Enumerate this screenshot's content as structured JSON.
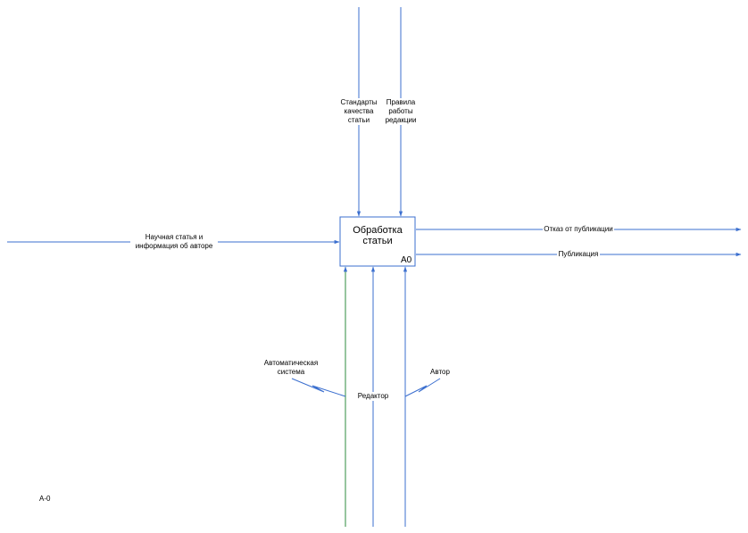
{
  "node_id": "A-0",
  "activity": {
    "title": "Обработка\nстатьи",
    "code": "A0"
  },
  "controls": [
    {
      "label": "Стандарты\nкачества\nстатьи"
    },
    {
      "label": "Правила\nработы\nредакции"
    }
  ],
  "inputs": [
    {
      "label": "Научная статья и\nинформация об авторе"
    }
  ],
  "outputs": [
    {
      "label": "Отказ от публикации"
    },
    {
      "label": "Публикация"
    }
  ],
  "mechanisms": [
    {
      "label": "Автоматическая\nсистема"
    },
    {
      "label": "Редактор"
    },
    {
      "label": "Автор"
    }
  ],
  "colors": {
    "arrow": "#3b6fcf",
    "green_arrow": "#2e8b3c",
    "box_border": "#3b6fcf"
  }
}
